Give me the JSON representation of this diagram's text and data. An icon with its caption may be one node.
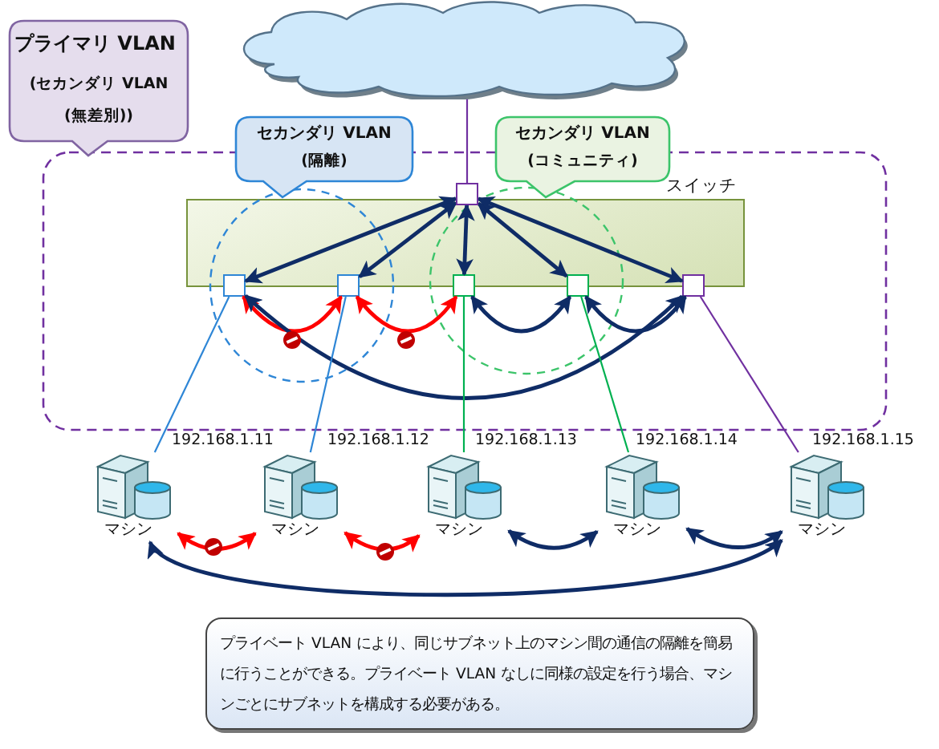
{
  "diagram": {
    "nodes": [
      {
        "text": [
          "プライマリ VLAN",
          "(セカンダリ VLAN (無差別))"
        ]
      },
      {
        "text": [],
        "shape": "cloud"
      },
      {
        "text": [
          "スイッチ"
        ]
      },
      {
        "text": [
          "セカンダリ VLAN",
          "(隔離)"
        ]
      },
      {
        "text": [
          "セカンダリ VLAN",
          "(コミュニティ)"
        ]
      },
      {
        "text": [],
        "shape": "box"
      },
      {
        "text": [],
        "shape": "box",
        "in": 2
      },
      {
        "text": [],
        "shape": "box",
        "in": 2
      },
      {
        "text": [],
        "shape": "box",
        "in": 2
      },
      {
        "text": [],
        "shape": "box",
        "in": 2
      },
      {
        "text": [],
        "shape": "box",
        "in": 2
      },
      {
        "text": [
          "マシン"
        ],
        "beside": [
          "192.168.1.11"
        ]
      },
      {
        "text": [
          "マシン"
        ],
        "beside": [
          "192.168.1.12"
        ]
      },
      {
        "text": [
          "マシン"
        ],
        "beside": [
          "192.168.1.13"
        ]
      },
      {
        "text": [
          "マシン"
        ],
        "beside": [
          "192.168.1.14"
        ]
      },
      {
        "text": [
          "マシン"
        ],
        "beside": [
          "192.168.1.15"
        ]
      },
      {
        "text": [
          "プライベート VLAN により、同じサブネット上のマシン間の通信の隔離を簡易に行うことができる。プライベート VLAN なしに同様の設定を行う場合、マシンごとにサブネットを構成する必要がある。"
        ]
      }
    ],
    "edges": [
      {
        "from": 1,
        "to": 5,
        "arrow": "none",
        "color": "#7030a0"
      },
      {
        "from": 5,
        "to": 6,
        "arrow": "both"
      },
      {
        "from": 5,
        "to": 7,
        "arrow": "both"
      },
      {
        "from": 5,
        "to": 8,
        "arrow": "both"
      },
      {
        "from": 5,
        "to": 9,
        "arrow": "both"
      },
      {
        "from": 5,
        "to": 10,
        "arrow": "both"
      },
      {
        "from": 6,
        "to": 7,
        "arrow": "both",
        "color": "#ff0000"
      },
      {
        "from": 7,
        "to": 8,
        "arrow": "both",
        "color": "#ff0000"
      },
      {
        "from": 8,
        "to": 9,
        "arrow": "both"
      },
      {
        "from": 9,
        "to": 10,
        "arrow": "both"
      },
      {
        "from": 6,
        "to": 10,
        "arrow": "both"
      },
      {
        "from": 6,
        "to": 11,
        "arrow": "none",
        "color": "#2e86d6"
      },
      {
        "from": 7,
        "to": 12,
        "arrow": "none",
        "color": "#2e86d6"
      },
      {
        "from": 8,
        "to": 13,
        "arrow": "none",
        "color": "#00b050"
      },
      {
        "from": 9,
        "to": 14,
        "arrow": "none",
        "color": "#00b050"
      },
      {
        "from": 10,
        "to": 15,
        "arrow": "none",
        "color": "#7030a0"
      },
      {
        "from": 11,
        "to": 12,
        "arrow": "both",
        "color": "#ff0000"
      },
      {
        "from": 12,
        "to": 13,
        "arrow": "both",
        "color": "#ff0000"
      },
      {
        "from": 13,
        "to": 14,
        "arrow": "both"
      },
      {
        "from": 14,
        "to": 15,
        "arrow": "both"
      },
      {
        "from": 11,
        "to": 15,
        "arrow": "both"
      }
    ]
  }
}
